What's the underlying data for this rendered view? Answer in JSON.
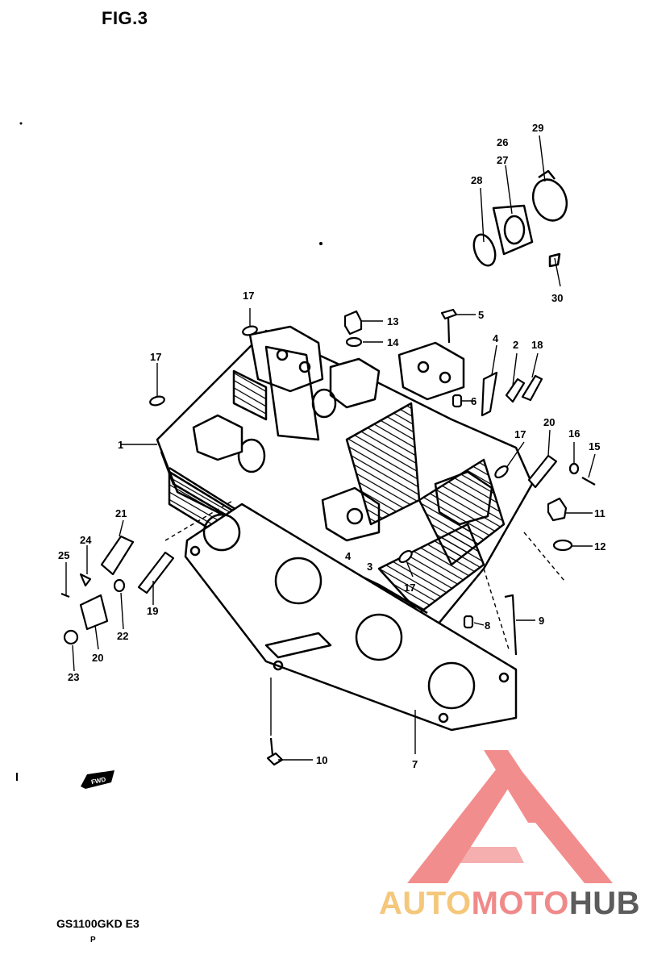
{
  "figure": {
    "title": "FIG.3",
    "model": "GS1100GKD E3",
    "model_sub": "P",
    "fwd_badge": "FWD"
  },
  "watermark": {
    "part1": "AUTO",
    "part2": "MOTO",
    "part3": "HUB",
    "colors": {
      "part1": "#f5c77a",
      "part2": "#f08a8a",
      "part3": "#5c5c5c",
      "logo": "#f07a7a"
    }
  },
  "callouts": [
    {
      "id": "1",
      "label": "1"
    },
    {
      "id": "2",
      "label": "2"
    },
    {
      "id": "3",
      "label": "3"
    },
    {
      "id": "4a",
      "label": "4"
    },
    {
      "id": "4b",
      "label": "4"
    },
    {
      "id": "5",
      "label": "5"
    },
    {
      "id": "6",
      "label": "6"
    },
    {
      "id": "7",
      "label": "7"
    },
    {
      "id": "8",
      "label": "8"
    },
    {
      "id": "9",
      "label": "9"
    },
    {
      "id": "10",
      "label": "10"
    },
    {
      "id": "11",
      "label": "11"
    },
    {
      "id": "12",
      "label": "12"
    },
    {
      "id": "13",
      "label": "13"
    },
    {
      "id": "14",
      "label": "14"
    },
    {
      "id": "15",
      "label": "15"
    },
    {
      "id": "16",
      "label": "16"
    },
    {
      "id": "17a",
      "label": "17"
    },
    {
      "id": "17b",
      "label": "17"
    },
    {
      "id": "17c",
      "label": "17"
    },
    {
      "id": "17d",
      "label": "17"
    },
    {
      "id": "18",
      "label": "18"
    },
    {
      "id": "19",
      "label": "19"
    },
    {
      "id": "20a",
      "label": "20"
    },
    {
      "id": "20b",
      "label": "20"
    },
    {
      "id": "21",
      "label": "21"
    },
    {
      "id": "22",
      "label": "22"
    },
    {
      "id": "23",
      "label": "23"
    },
    {
      "id": "24",
      "label": "24"
    },
    {
      "id": "25",
      "label": "25"
    },
    {
      "id": "26",
      "label": "26"
    },
    {
      "id": "27",
      "label": "27"
    },
    {
      "id": "28",
      "label": "28"
    },
    {
      "id": "29",
      "label": "29"
    },
    {
      "id": "30",
      "label": "30"
    }
  ]
}
